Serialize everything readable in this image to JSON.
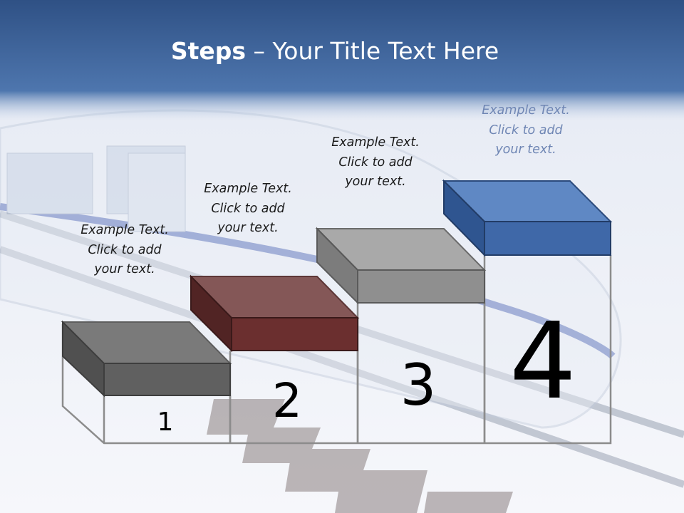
{
  "title": {
    "bold": "Steps",
    "rest": " – Your Title Text Here"
  },
  "steps": [
    {
      "number": "1",
      "caption": [
        "Example Text.",
        "Click  to add",
        "your text."
      ],
      "color": "#606060"
    },
    {
      "number": "2",
      "caption": [
        "Example Text.",
        "Click  to add",
        "your text."
      ],
      "color": "#6b2f2f"
    },
    {
      "number": "3",
      "caption": [
        "Example Text.",
        "Click  to add",
        "your text."
      ],
      "color": "#8f8f8f"
    },
    {
      "number": "4",
      "caption": [
        "Example Text.",
        "Click  to add",
        "your text."
      ],
      "color": "#3f68a8"
    }
  ],
  "colors": {
    "header_top": "#2f5185",
    "header_bottom": "#5a80b8",
    "caption_step4": "#6f86b4"
  }
}
